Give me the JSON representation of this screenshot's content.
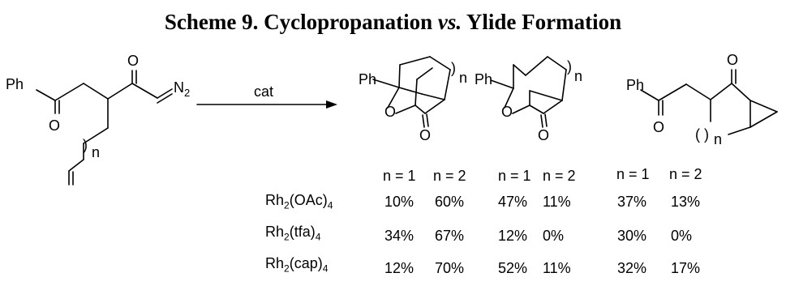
{
  "title": {
    "prefix": "Scheme 9. Cyclopropanation ",
    "vs": "vs.",
    "suffix": " Ylide Formation"
  },
  "labels": {
    "ph": "Ph",
    "o": "O",
    "n": "n",
    "n2": "N",
    "n2_sub": "2",
    "paren": ")",
    "paren_open": "(",
    "arrow_label": "cat"
  },
  "table": {
    "headers": [
      "n = 1",
      "n = 2",
      "n = 1",
      "n = 2",
      "n = 1",
      "n = 2"
    ],
    "rows": [
      {
        "catalyst": {
          "a": "Rh",
          "a_sub": "2",
          "b": "(OAc)",
          "b_sub": "4"
        },
        "values": [
          "10%",
          "60%",
          "47%",
          "11%",
          "37%",
          "13%"
        ]
      },
      {
        "catalyst": {
          "a": "Rh",
          "a_sub": "2",
          "b": "(tfa)",
          "b_sub": "4"
        },
        "values": [
          "34%",
          "67%",
          "12%",
          "0%",
          "30%",
          "0%"
        ]
      },
      {
        "catalyst": {
          "a": "Rh",
          "a_sub": "2",
          "b": "(cap)",
          "b_sub": "4"
        },
        "values": [
          "12%",
          "70%",
          "52%",
          "11%",
          "32%",
          "17%"
        ]
      }
    ]
  }
}
